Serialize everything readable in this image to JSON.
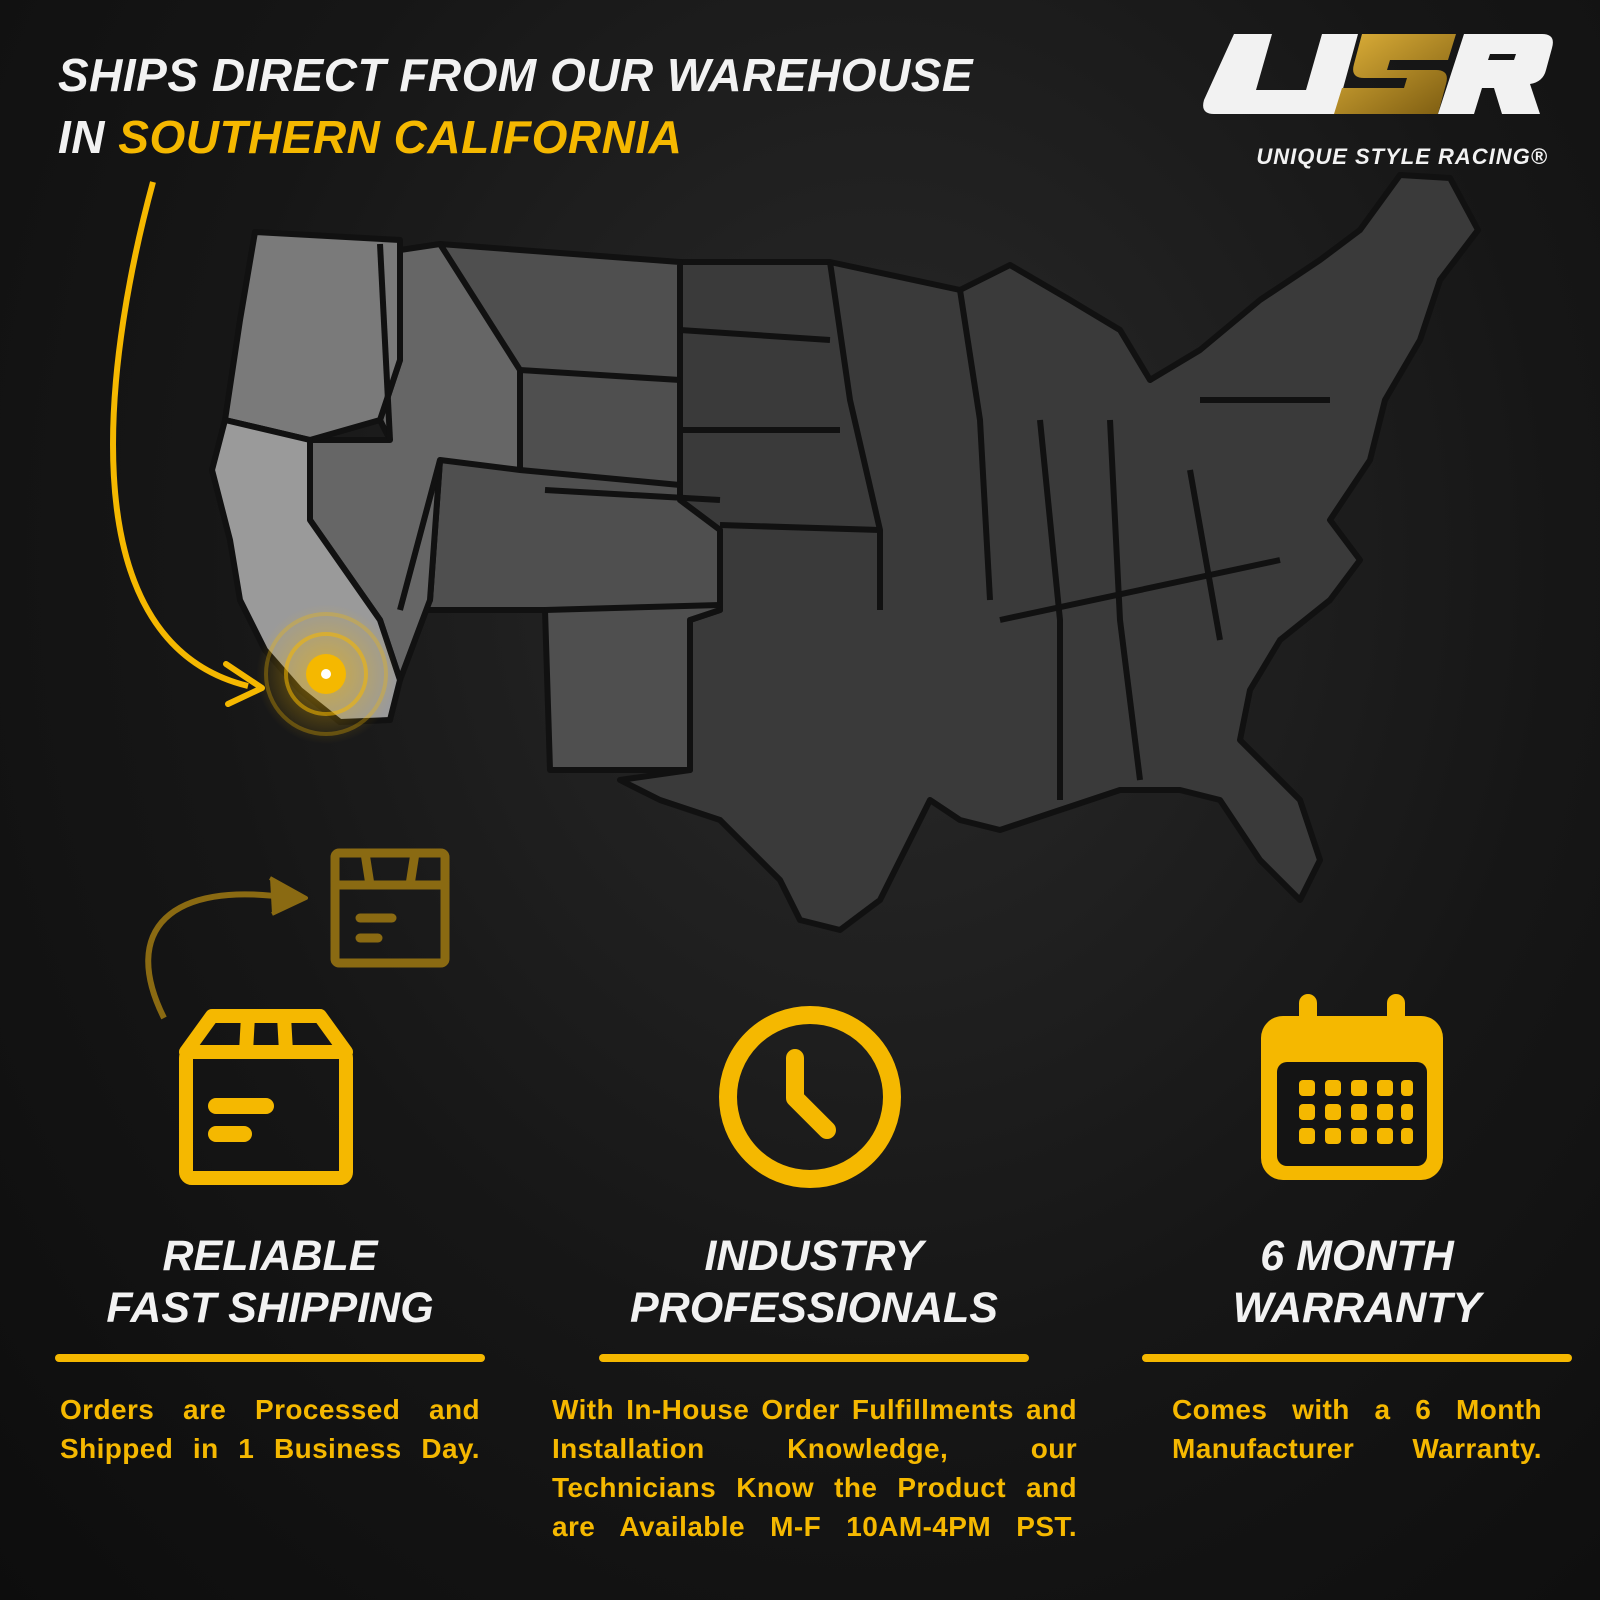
{
  "header": {
    "line1": "SHIPS DIRECT FROM OUR WAREHOUSE",
    "line2_prefix": "IN ",
    "line2_highlight": "SOUTHERN CALIFORNIA"
  },
  "logo": {
    "mark_text": "USR",
    "tagline": "UNIQUE STYLE RACING®"
  },
  "colors": {
    "accent": "#f5b800",
    "background": "#161616",
    "text": "#f2f2f2"
  },
  "features": [
    {
      "icon": "box-icon",
      "title_line1": "RELIABLE",
      "title_line2": "FAST SHIPPING",
      "description": "Orders are Processed and Shipped in 1 Business Day."
    },
    {
      "icon": "clock-icon",
      "title_line1": "INDUSTRY",
      "title_line2": "PROFESSIONALS",
      "description": "With In-House Order Fulfillments and Installation Knowledge, our Technicians Know the Product and are Available M-F 10AM-4PM PST."
    },
    {
      "icon": "calendar-icon",
      "title_line1": "6 MONTH",
      "title_line2": "WARRANTY",
      "description": "Comes with a 6 Month Manufacturer Warranty."
    }
  ]
}
